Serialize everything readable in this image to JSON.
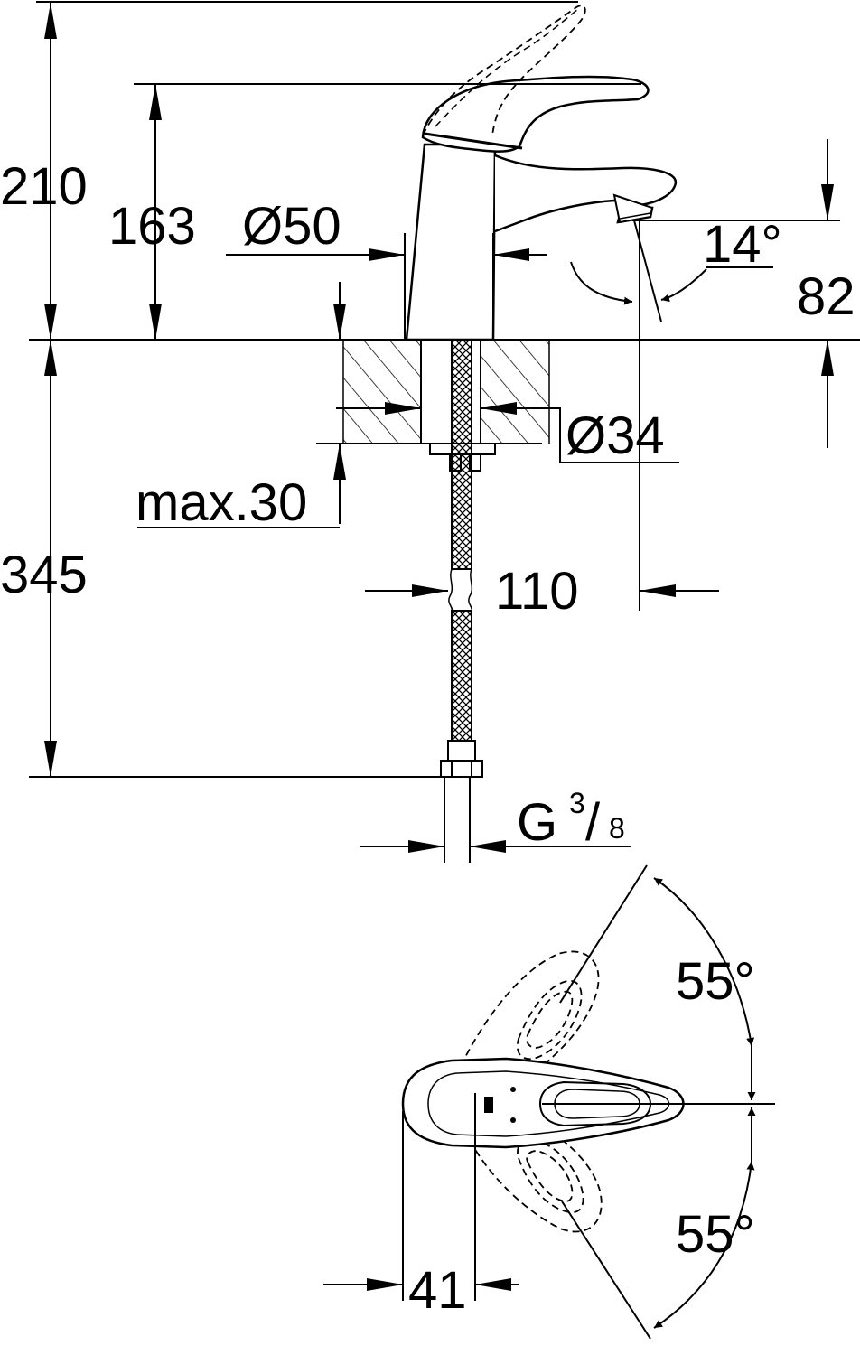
{
  "dimensions": {
    "total_height": "210",
    "spout_height": "163",
    "body_diameter": "Ø50",
    "spout_angle": "14°",
    "outlet_height": "82",
    "hole_diameter": "Ø34",
    "max_thickness": "max.30",
    "hose_length": "345",
    "projection": "110",
    "thread_prefix": "G",
    "thread_num": "3",
    "thread_den": "8",
    "lever_angle_top": "55°",
    "lever_angle_bottom": "55°",
    "lever_width": "41"
  }
}
